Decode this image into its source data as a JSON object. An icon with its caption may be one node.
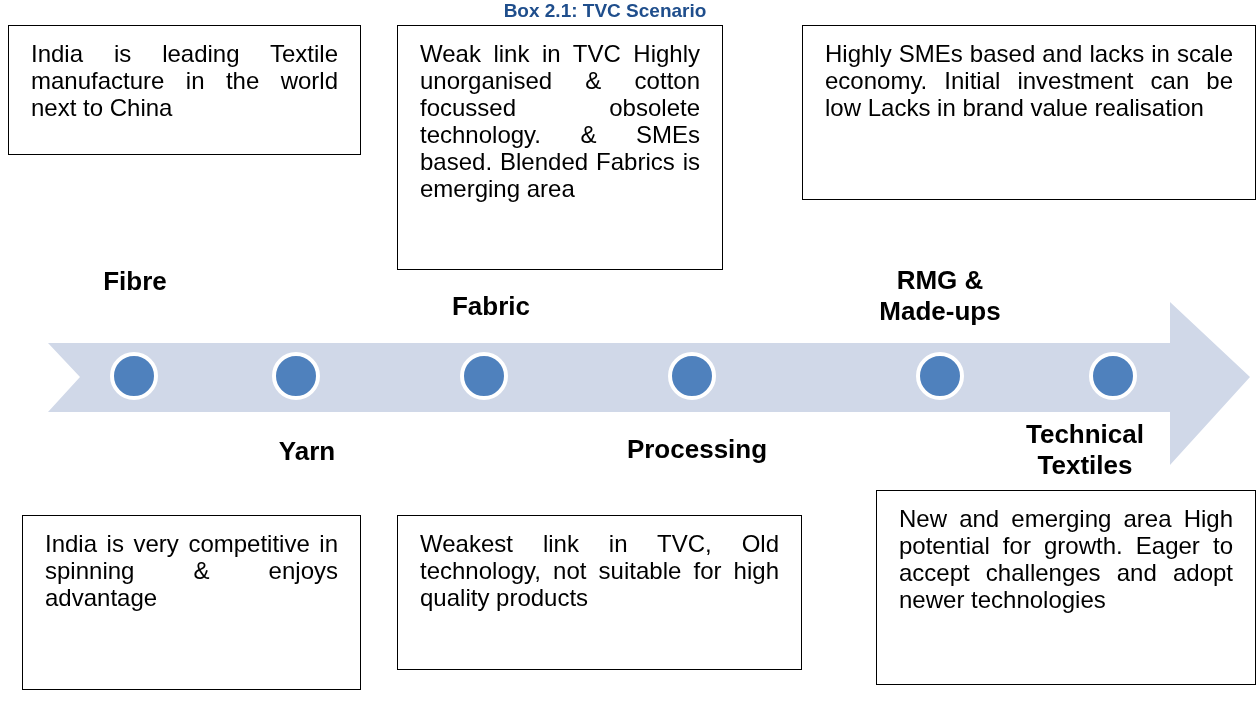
{
  "diagram": {
    "title": "Box 2.1: TVC Scenario",
    "nodes": [
      {
        "text": [
          "India is leading Textile manufacture in the world next to China"
        ]
      },
      {
        "text": [
          "Weak link in TVC Highly unorganised & cotton focussed obsolete technology. & SMEs based. Blended Fabrics is emerging area"
        ]
      },
      {
        "text": [
          "Highly SMEs based and lacks in scale economy. Initial investment can be low Lacks in brand value realisation"
        ]
      },
      {
        "text": [],
        "shape": "circle",
        "beside": [
          "Fibre"
        ]
      },
      {
        "text": [],
        "shape": "circle",
        "beside": [
          "Yarn"
        ]
      },
      {
        "text": [],
        "shape": "circle",
        "beside": [
          "Fabric"
        ]
      },
      {
        "text": [],
        "shape": "circle",
        "beside": [
          "Processing"
        ]
      },
      {
        "text": [],
        "shape": "circle",
        "beside": [
          "RMG & Made-ups"
        ]
      },
      {
        "text": [],
        "shape": "circle",
        "beside": [
          "Technical Textiles"
        ]
      },
      {
        "text": [
          "India is very competitive in spinning & enjoys advantage"
        ]
      },
      {
        "text": [
          "Weakest link in TVC, Old technology, not suitable for high quality products"
        ]
      },
      {
        "text": [
          "New and emerging area High potential for growth. Eager to accept challenges and adopt newer technologies"
        ]
      }
    ]
  }
}
